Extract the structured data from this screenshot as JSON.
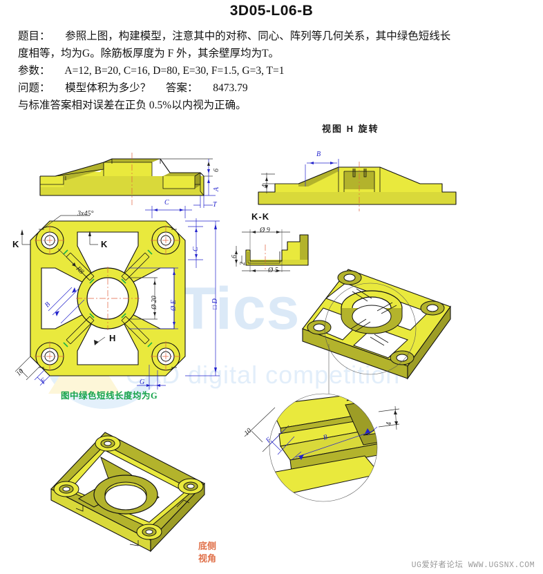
{
  "document": {
    "title": "3D05-L06-B",
    "footer": "UG爱好者论坛 WWW.UGSNX.COM"
  },
  "problem": {
    "statement_label": "题目：",
    "statement_line1": "参照上图，构建模型，注意其中的对称、同心、阵列等几何关系，其中绿色短线长",
    "statement_line2": "度相等，均为G。除筋板厚度为 F 外，其余壁厚均为T。",
    "params_label": "参数：",
    "params_value": "A=12, B=20, C=16, D=80, E=30, F=1.5, G=3, T=1",
    "question_label": "问题：",
    "question_value": "模型体积为多少？",
    "answer_label": "答案：",
    "answer_value": "8473.79",
    "tolerance_note": "与标准答案相对误差在正负 0.5%以内视为正确。"
  },
  "parameters": [
    {
      "symbol": "A",
      "value": "12"
    },
    {
      "symbol": "B",
      "value": "20"
    },
    {
      "symbol": "C",
      "value": "16"
    },
    {
      "symbol": "D",
      "value": "80"
    },
    {
      "symbol": "E",
      "value": "30"
    },
    {
      "symbol": "F",
      "value": "1.5"
    },
    {
      "symbol": "G",
      "value": "3"
    },
    {
      "symbol": "T",
      "value": "1"
    }
  ],
  "views": {
    "front_section": {
      "dims": [
        "6",
        "A",
        "T"
      ]
    },
    "rotated_view": {
      "title": "视图 H 旋转",
      "dims": [
        "B",
        "4"
      ]
    },
    "kk_section": {
      "title": "K-K",
      "dims": [
        "Ø 9",
        "Ø 5",
        "6",
        "2"
      ]
    },
    "top_view": {
      "dims": [
        "3x45°",
        "R8",
        "C",
        "C",
        "Ø 20",
        "Ø E",
        "□ D",
        "B",
        "F",
        "G",
        "10"
      ],
      "markers": [
        "K",
        "K",
        "H"
      ],
      "green_note": "图中绿色短线长度均为G"
    },
    "iso_top": {
      "label": ""
    },
    "iso_bottom": {
      "label": "底侧\n视角",
      "label_line1": "底侧",
      "label_line2": "视角"
    },
    "detail_circle": {
      "dims": [
        "10",
        "F",
        "B",
        "4"
      ]
    }
  },
  "watermark": {
    "big": "CaTics",
    "small": "CAD digital competition"
  },
  "colors": {
    "part_light": "#e9e93d",
    "part_mid": "#d9d93a",
    "part_dark": "#b3b32c",
    "dimension_blue": "#2222cc",
    "centerline_orange": "#e2603c",
    "green_note": "#16a34a",
    "orange_note": "#e0714a",
    "watermark_blue": "#dbe9f7"
  }
}
